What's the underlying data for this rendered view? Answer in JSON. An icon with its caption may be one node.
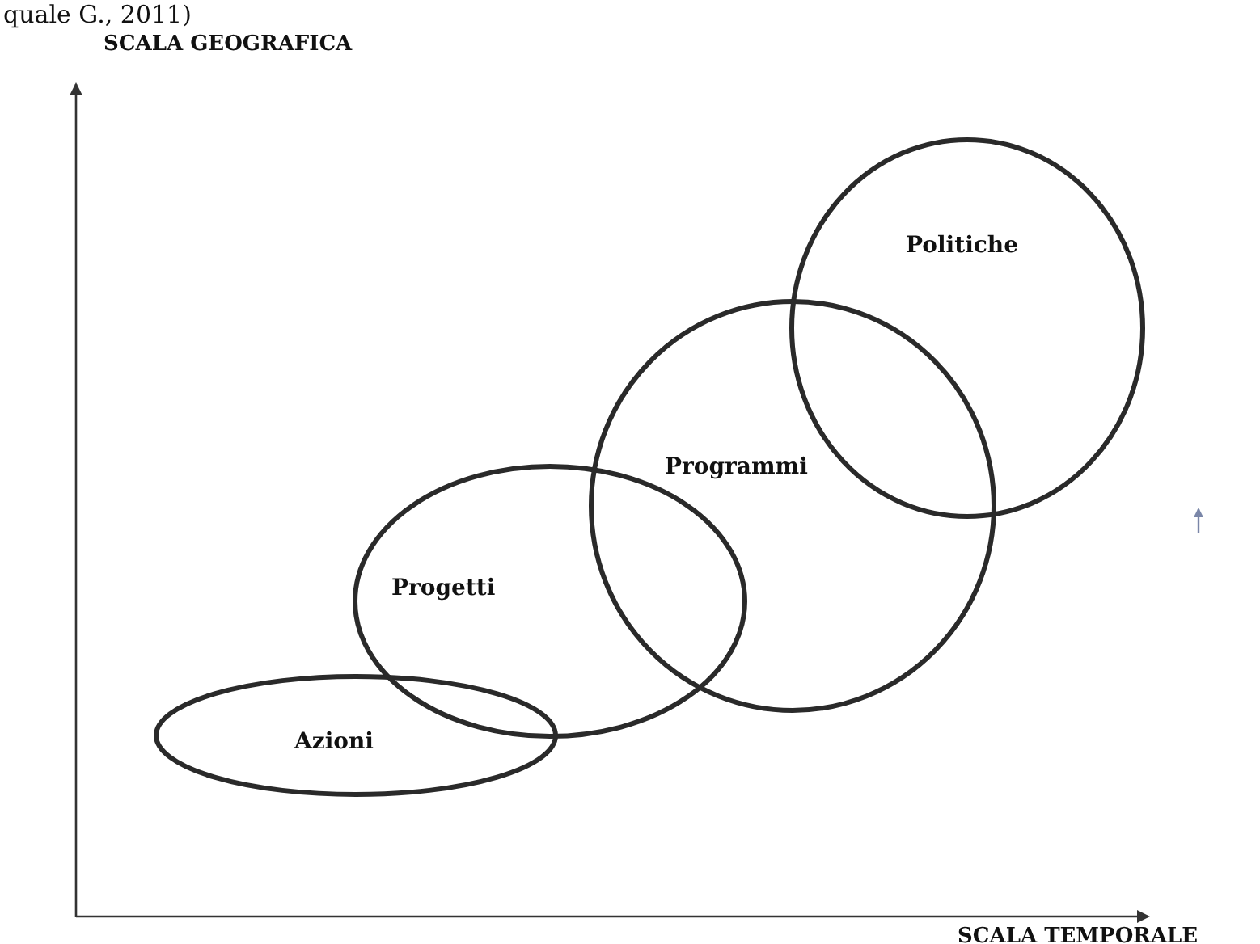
{
  "diagram": {
    "nodes": [
      {
        "text": [
          "Azioni"
        ]
      },
      {
        "text": [
          "Progetti"
        ]
      },
      {
        "text": [
          "Programmi"
        ]
      },
      {
        "text": [
          "Politiche"
        ]
      }
    ],
    "labels": [
      "quale G., 2011)",
      "SCALA GEOGRAFICA",
      "SCALA TEMPORALE"
    ]
  }
}
